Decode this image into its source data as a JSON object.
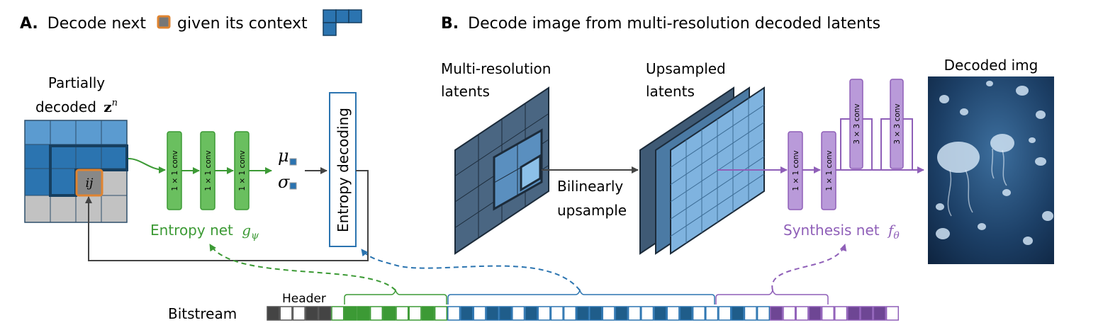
{
  "panel_a": {
    "title_letter": "A.",
    "title_text_1": "Decode next",
    "title_text_2": "given its context",
    "grid_title_1": "Partially",
    "grid_title_2": "decoded",
    "grid_title_var": "z",
    "grid_title_sup": "n",
    "cell_label": "ij",
    "conv_label": "1 × 1 conv",
    "mu": "μ",
    "sigma": "σ",
    "entropy_decoding": "Entropy decoding",
    "net_name": "Entropy net",
    "net_symbol": "g",
    "net_sub": "ψ"
  },
  "panel_b": {
    "title_letter": "B.",
    "title_text": "Decode image from multi-resolution decoded latents",
    "multires_1": "Multi-resolution",
    "multires_2": "latents",
    "upsampled_1": "Upsampled",
    "upsampled_2": "latents",
    "bilinear_1": "Bilinearly",
    "bilinear_2": "upsample",
    "conv1x1_label": "1 × 1 conv",
    "conv3x3_label": "3 × 3 conv",
    "net_name": "Synthesis net",
    "net_symbol": "f",
    "net_sub": "θ",
    "decoded_img": "Decoded img",
    "image_subject": "jellyfish"
  },
  "bitstream": {
    "header_label": "Header",
    "label": "Bitstream",
    "header_cells": [
      1,
      0,
      0,
      1,
      1
    ],
    "entropy_cells": [
      0,
      1,
      1,
      0,
      1,
      0,
      0,
      1,
      0
    ],
    "latent_cells": [
      0,
      1,
      0,
      1,
      1,
      0,
      1,
      0,
      0,
      0,
      1,
      1,
      0,
      1,
      0,
      0,
      1,
      0,
      1,
      0,
      0,
      0,
      1,
      0,
      0
    ],
    "synthesis_cells": [
      1,
      0,
      0,
      1,
      0,
      0,
      1,
      1,
      1,
      0
    ]
  },
  "colors": {
    "green": "#3c9a35",
    "green_fill": "#6abf5f",
    "blue_dark": "#1f5d8a",
    "blue": "#2b74b0",
    "blue_light": "#5b9bd0",
    "purple": "#8f5fb8",
    "purple_fill": "#b99ad9",
    "orange": "#e08430",
    "gray": "#c2c2c2",
    "dark_gray": "#444444"
  }
}
